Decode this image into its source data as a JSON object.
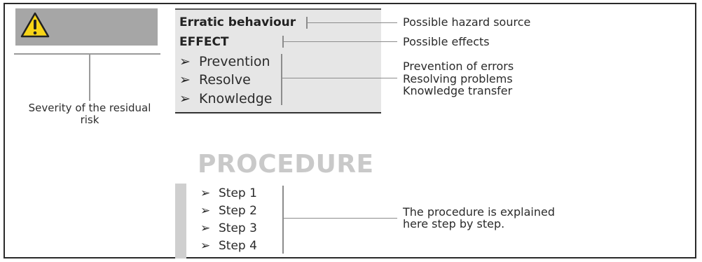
{
  "warning": {
    "icon": "warning-triangle-icon",
    "severity_label": "Severity of the residual risk",
    "colors": {
      "bar": "#a6a6a6",
      "icon_fill": "#f7d417",
      "icon_border": "#222222"
    }
  },
  "panel": {
    "hazard": "Erratic behaviour",
    "effect": "EFFECT",
    "bullet_symbol": "➢",
    "bullets": [
      "Prevention",
      "Resolve",
      "Knowledge"
    ]
  },
  "annotations": {
    "hazard_source": "Possible hazard source",
    "effects": "Possible effects",
    "bullets": [
      "Prevention of errors",
      "Resolving problems",
      "Knowledge transfer"
    ],
    "procedure": [
      "The procedure is explained",
      "here step by step."
    ]
  },
  "procedure": {
    "title": "PROCEDURE",
    "steps": [
      "Step 1",
      "Step 2",
      "Step 3",
      "Step 4"
    ]
  }
}
